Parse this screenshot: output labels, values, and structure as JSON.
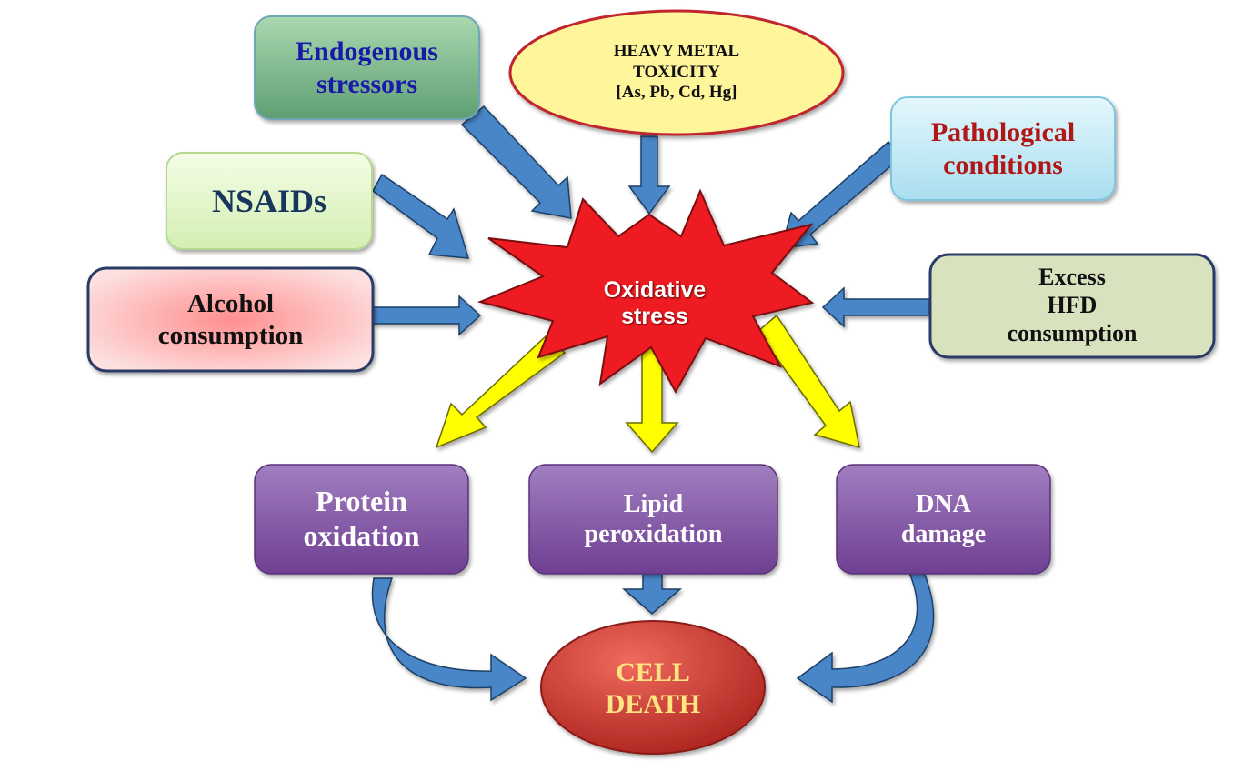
{
  "causes": {
    "endogenous": {
      "lines": [
        "Endogenous",
        "stressors"
      ],
      "text_color": "#1a1aa8",
      "fill": "#8fc9a0"
    },
    "heavy_metal": {
      "lines": [
        "HEAVY METAL",
        "TOXICITY",
        "[As, Pb, Cd, Hg]"
      ],
      "text_color": "#111111",
      "fill": "#fff59a",
      "border": "#c0272d"
    },
    "pathological": {
      "lines": [
        "Pathological",
        "conditions"
      ],
      "text_color": "#b01818",
      "fill": "#bfeaf6"
    },
    "nsaids": {
      "lines": [
        "NSAIDs"
      ],
      "text_color": "#17365d",
      "fill": "#e2f6c6"
    },
    "alcohol": {
      "lines": [
        "Alcohol",
        "consumption"
      ],
      "text_color": "#111111",
      "fill": "#f7b3b3"
    },
    "hfd": {
      "lines": [
        "Excess",
        "HFD",
        "consumption"
      ],
      "text_color": "#111111",
      "fill": "#d9e2bf"
    }
  },
  "center": {
    "lines": [
      "Oxidative",
      "stress"
    ],
    "fill": "#ee1c24",
    "text_color": "#ffffff"
  },
  "effects": {
    "protein": {
      "lines": [
        "Protein",
        "oxidation"
      ]
    },
    "lipid": {
      "lines": [
        "Lipid",
        "peroxidation"
      ]
    },
    "dna": {
      "lines": [
        "DNA",
        "damage"
      ]
    },
    "fill": "#8a5aa8",
    "text_color": "#ffffff"
  },
  "outcome": {
    "lines": [
      "CELL",
      "DEATH"
    ],
    "fill": "#c9302c",
    "text_color": "#ffe680"
  },
  "colors": {
    "input_arrow": "#4a86c8",
    "output_arrow": "#ffff00"
  }
}
